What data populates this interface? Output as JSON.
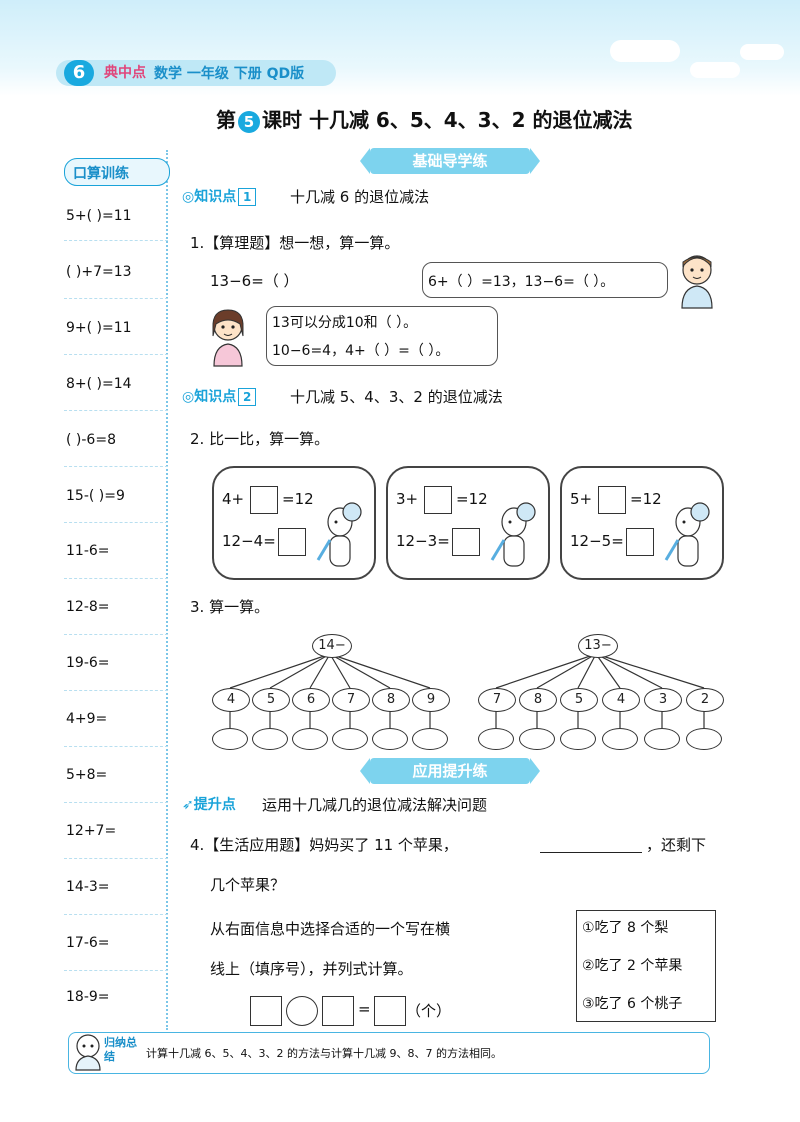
{
  "header": {
    "page_number": "6",
    "brand": "典中点",
    "subject": "数学 一年级 下册 QD版"
  },
  "lesson_title": {
    "prefix": "第",
    "number": "5",
    "suffix": "课时  十几减 6、5、4、3、2 的退位减法"
  },
  "review": {
    "label": "口算训练",
    "items": [
      "5+(    )=11",
      "(    )+7=13",
      "9+(    )=11",
      "8+(    )=14",
      "(    )-6=8",
      "15-(    )=9",
      "11-6=",
      "12-8=",
      "19-6=",
      "4+9=",
      "5+8=",
      "12+7=",
      "14-3=",
      "17-6=",
      "18-9="
    ]
  },
  "section1": {
    "banner": "基础导学练",
    "kp1_tag": "知识点",
    "kp1_num": "1",
    "kp1_text": "十几减 6 的退位减法",
    "q1_title": "1.【算理题】想一想，算一算。",
    "q1_eq": "13−6=（        ）",
    "boy_bubble": "6+（   ）=13，13−6=（   ）。",
    "girl_line1": "13可以分成10和（   ）。",
    "girl_line2": "10−6=4，4+（   ）=（   ）。",
    "kp2_tag": "知识点",
    "kp2_num": "2",
    "kp2_text": "十几减 5、4、3、2 的退位减法",
    "q2_title": "2. 比一比，算一算。",
    "q2_boxes": [
      {
        "top": "4+",
        "top_eq": "=12",
        "bottom": "12−4="
      },
      {
        "top": "3+",
        "top_eq": "=12",
        "bottom": "12−3="
      },
      {
        "top": "5+",
        "top_eq": "=12",
        "bottom": "12−5="
      }
    ],
    "q3_title": "3. 算一算。",
    "tree1": {
      "root": "14−",
      "leaves": [
        "4",
        "5",
        "6",
        "7",
        "8",
        "9"
      ]
    },
    "tree2": {
      "root": "13−",
      "leaves": [
        "7",
        "8",
        "5",
        "4",
        "3",
        "2"
      ]
    }
  },
  "section2": {
    "banner": "应用提升练",
    "tag": "提升点",
    "tag_text": "运用十几减几的退位减法解决问题",
    "q4_line1_a": "4.【生活应用题】妈妈买了 11 个苹果，",
    "q4_line1_b": "，还剩下",
    "q4_line2": "几个苹果？",
    "q4_line3": "从右面信息中选择合适的一个写在横",
    "q4_line4": "线上（填序号），并列式计算。",
    "q4_unit": "（个）",
    "q4_eq_sign": "=",
    "options": [
      "①吃了 8 个梨",
      "②吃了 2 个苹果",
      "③吃了 6 个桃子"
    ]
  },
  "summary": {
    "label": "归纳总结",
    "text": "计算十几减 6、5、4、3、2 的方法与计算十几减 9、8、7 的方法相同。"
  },
  "colors": {
    "accent": "#19a9df",
    "banner": "#7dd3ee",
    "brand": "#e0457a"
  }
}
